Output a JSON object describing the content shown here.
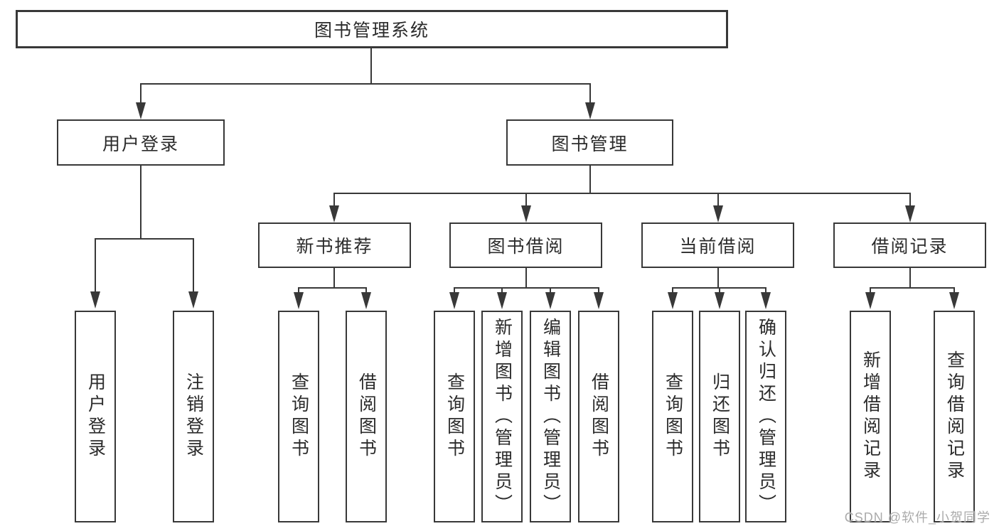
{
  "tree": {
    "root": {
      "label": "图书管理系统"
    },
    "branches": [
      {
        "label": "用户登录",
        "children": [
          {
            "label": "用户登录"
          },
          {
            "label": "注销登录"
          }
        ]
      },
      {
        "label": "图书管理",
        "children": [
          {
            "label": "新书推荐",
            "children": [
              {
                "label": "查询图书"
              },
              {
                "label": "借阅图书"
              }
            ]
          },
          {
            "label": "图书借阅",
            "children": [
              {
                "label": "查询图书"
              },
              {
                "label": "新增图书（管理员）"
              },
              {
                "label": "编辑图书（管理员）"
              },
              {
                "label": "借阅图书"
              }
            ]
          },
          {
            "label": "当前借阅",
            "children": [
              {
                "label": "查询图书"
              },
              {
                "label": "归还图书"
              },
              {
                "label": "确认归还（管理员）"
              }
            ]
          },
          {
            "label": "借阅记录",
            "children": [
              {
                "label": "新增借阅记录"
              },
              {
                "label": "查询借阅记录"
              }
            ]
          }
        ]
      }
    ]
  },
  "watermark": {
    "text": "CSDN @软件_小贺同学"
  },
  "colors": {
    "line": "#383838",
    "text": "#2b2b2b",
    "watermark": "#ababab",
    "background": "#ffffff"
  }
}
